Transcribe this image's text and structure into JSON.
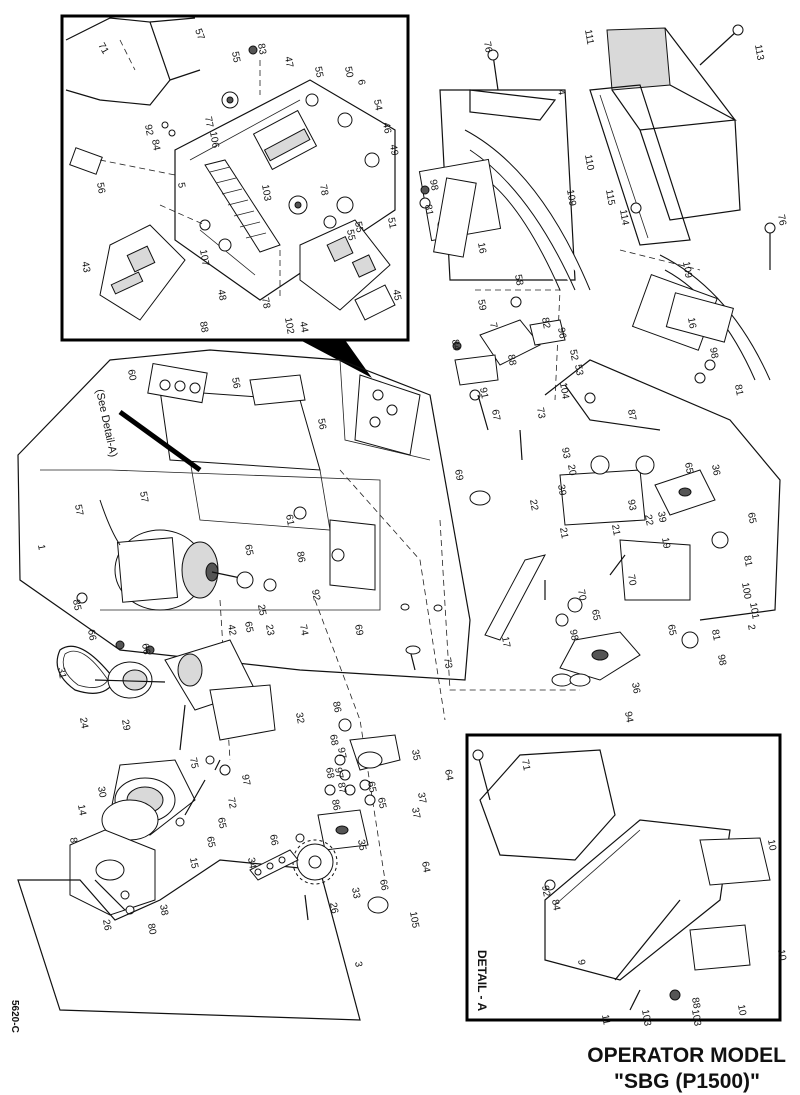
{
  "title": {
    "line1": "OPERATOR MODEL",
    "line2": "\"SBG (P1500)\""
  },
  "drawing_code": "5620-C",
  "detail_label": "DETAIL - A",
  "see_detail_note": "(See Detail-A)",
  "callouts": [
    "71",
    "57",
    "83",
    "55",
    "47",
    "55",
    "50",
    "6",
    "54",
    "46",
    "49",
    "77",
    "106",
    "92",
    "84",
    "56",
    "5",
    "103",
    "78",
    "55",
    "51",
    "107",
    "43",
    "48",
    "88",
    "78",
    "102",
    "44",
    "45",
    "55",
    "76",
    "4",
    "111",
    "113",
    "110",
    "98",
    "81",
    "109",
    "16",
    "115",
    "114",
    "76",
    "109",
    "16",
    "98",
    "81",
    "58",
    "59",
    "7",
    "82",
    "96",
    "52",
    "53",
    "84",
    "88",
    "91",
    "67",
    "73",
    "104",
    "87",
    "60",
    "56",
    "57",
    "56",
    "69",
    "61",
    "86",
    "65",
    "25",
    "23",
    "65",
    "42",
    "92",
    "74",
    "69",
    "85",
    "57",
    "1",
    "93",
    "20",
    "39",
    "22",
    "21",
    "65",
    "36",
    "65",
    "39",
    "93",
    "22",
    "21",
    "19",
    "81",
    "100",
    "101",
    "70",
    "70",
    "98",
    "65",
    "65",
    "81",
    "98",
    "2",
    "36",
    "94",
    "17",
    "73",
    "66",
    "66",
    "31",
    "24",
    "29",
    "32",
    "75",
    "97",
    "86",
    "68",
    "97",
    "35",
    "64",
    "68",
    "97",
    "65",
    "37",
    "87",
    "86",
    "65",
    "37",
    "72",
    "65",
    "30",
    "14",
    "65",
    "15",
    "8",
    "35",
    "64",
    "66",
    "34",
    "33",
    "66",
    "26",
    "26",
    "80",
    "38",
    "105",
    "3",
    "71",
    "10",
    "92",
    "84",
    "10",
    "103",
    "9",
    "88",
    "10",
    "11",
    "103"
  ]
}
